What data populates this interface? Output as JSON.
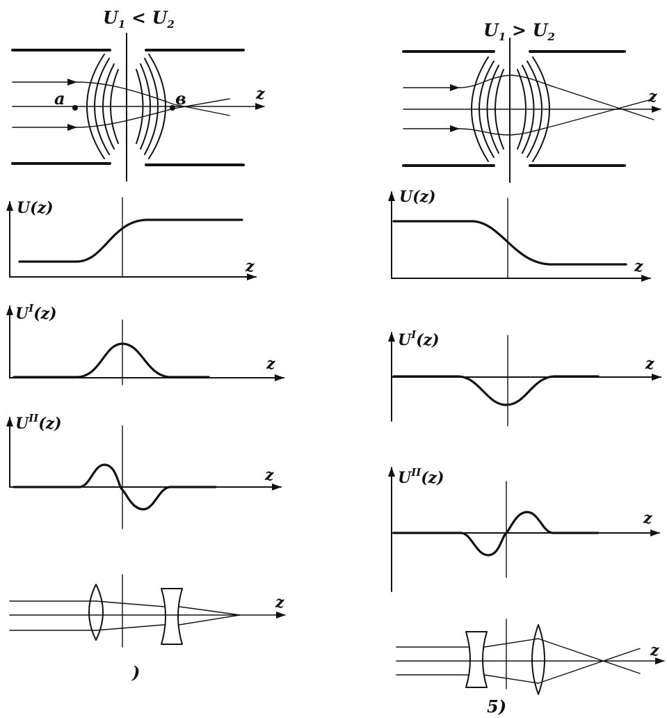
{
  "left": {
    "condition": {
      "u1": "U",
      "sub1": "1",
      "op": " < ",
      "u2": "U",
      "sub2": "2"
    },
    "axis_z": "z",
    "point_a": "a",
    "point_b": "в",
    "potential_label": "U(z)",
    "first_derivative_label": {
      "base": "U",
      "sup": "I",
      "arg": "(z)"
    },
    "second_derivative_label": {
      "base": "U",
      "sup": "II",
      "arg": "(z)"
    },
    "panel_mark": ")"
  },
  "right": {
    "condition": {
      "u1": "U",
      "sub1": "1",
      "op": " > ",
      "u2": "U",
      "sub2": "2"
    },
    "axis_z": "z",
    "potential_label": "U(z)",
    "first_derivative_label": {
      "base": "U",
      "sup": "I",
      "arg": "(z)"
    },
    "second_derivative_label": {
      "base": "U",
      "sup": "II",
      "arg": "(z)"
    },
    "panel_mark": "5)"
  }
}
